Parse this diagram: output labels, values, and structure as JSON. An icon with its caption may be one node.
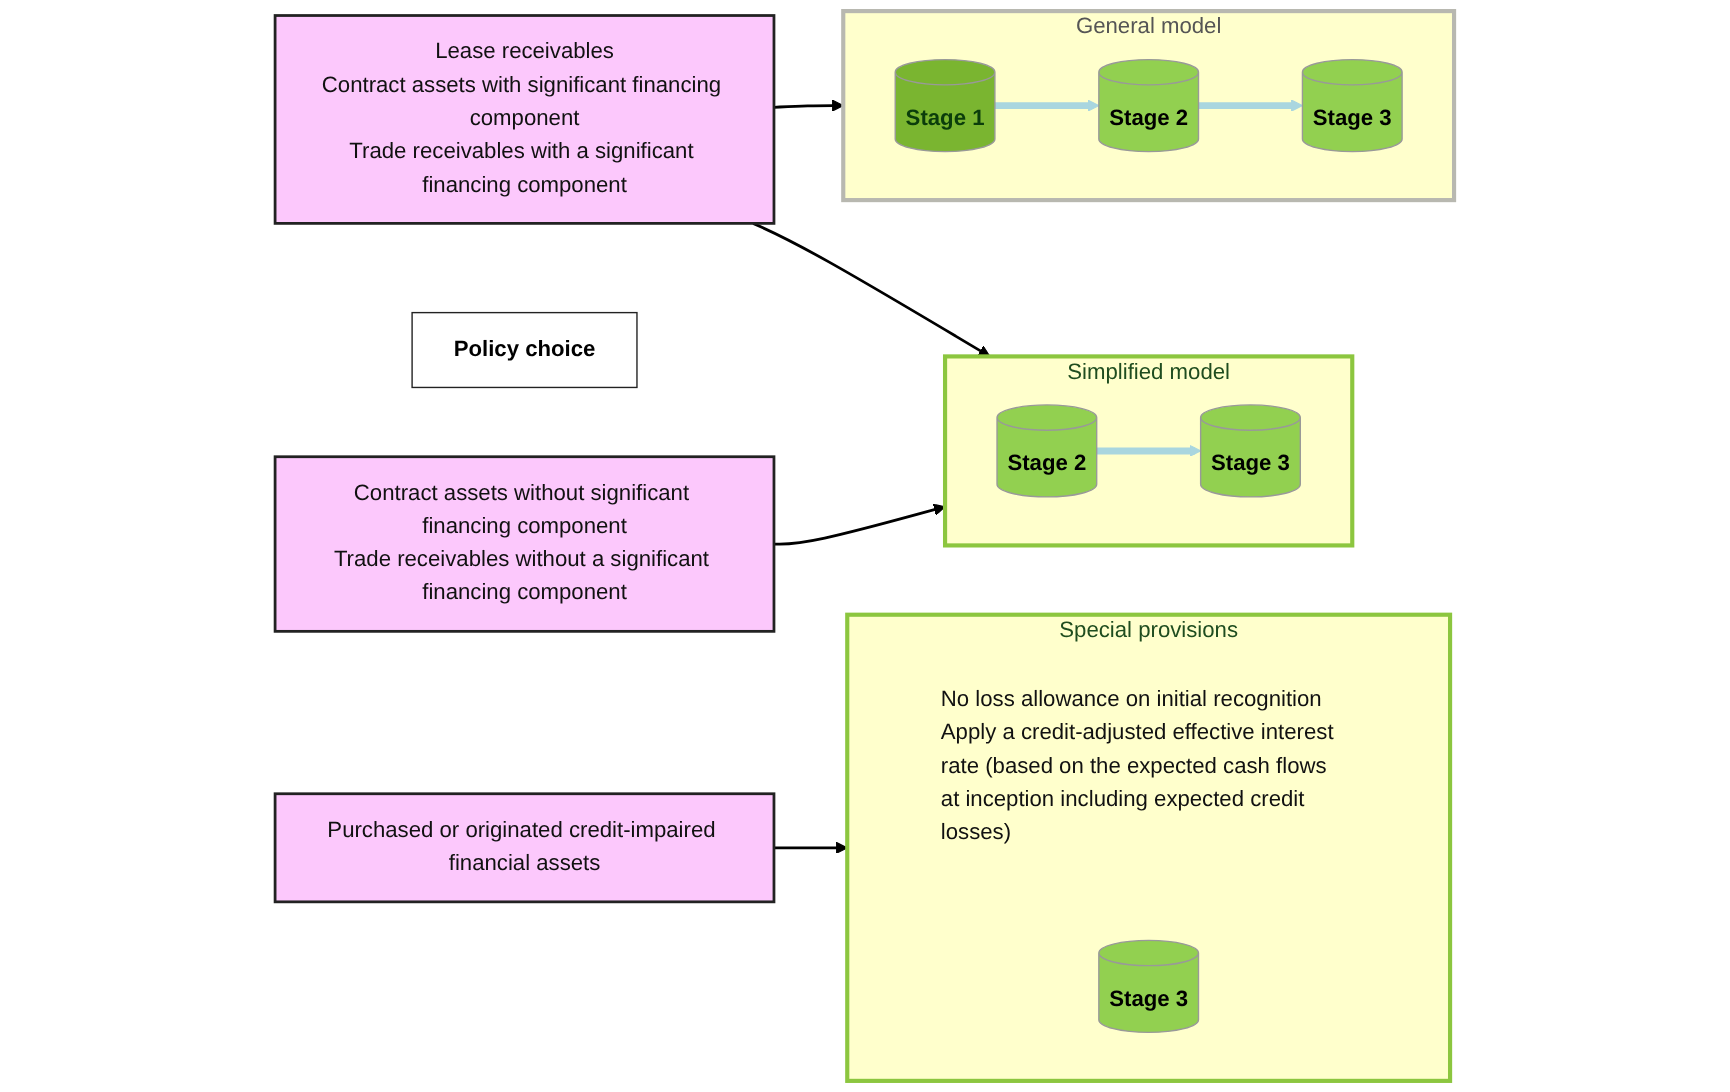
{
  "diagram": {
    "nodes": [
      {
        "text": [
          "Lease receivables",
          "Contract assets with significant financing component",
          "Trade receivables with a significant financing component"
        ]
      },
      {
        "text": [
          "Policy choice"
        ]
      },
      {
        "text": [
          "General model"
        ]
      },
      {
        "text": [
          "Stage 1"
        ],
        "in": 2
      },
      {
        "text": [
          "Stage 2"
        ],
        "in": 2
      },
      {
        "text": [
          "Stage 3"
        ],
        "in": 2
      },
      {
        "text": [
          "Contract assets without significant financing component",
          "Trade receivables without a significant financing component"
        ]
      },
      {
        "text": [
          "Simplified model"
        ]
      },
      {
        "text": [
          "Stage 2"
        ],
        "in": 7
      },
      {
        "text": [
          "Stage 3"
        ],
        "in": 7
      },
      {
        "text": [
          "Purchased or originated credit-impaired financial assets"
        ]
      },
      {
        "text": [
          "Special provisions",
          "No loss allowance on initial recognition",
          "Apply a credit-adjusted effective interest rate (based on the expected cash flows at inception including expected credit losses)"
        ]
      },
      {
        "text": [
          "Stage 3"
        ],
        "in": 11
      }
    ],
    "edges": [
      {
        "from": 0,
        "to": 2,
        "arrow": "to"
      },
      {
        "from": 0,
        "to": 7,
        "arrow": "to"
      },
      {
        "from": 6,
        "to": 7,
        "arrow": "to"
      },
      {
        "from": 10,
        "to": 11,
        "arrow": "to"
      },
      {
        "from": 3,
        "to": 4,
        "arrow": "to",
        "style": "thick",
        "color": "#a9d6df"
      },
      {
        "from": 4,
        "to": 5,
        "arrow": "to",
        "style": "thick",
        "color": "#a9d6df"
      },
      {
        "from": 8,
        "to": 9,
        "arrow": "to",
        "style": "thick",
        "color": "#a9d6df"
      }
    ]
  }
}
